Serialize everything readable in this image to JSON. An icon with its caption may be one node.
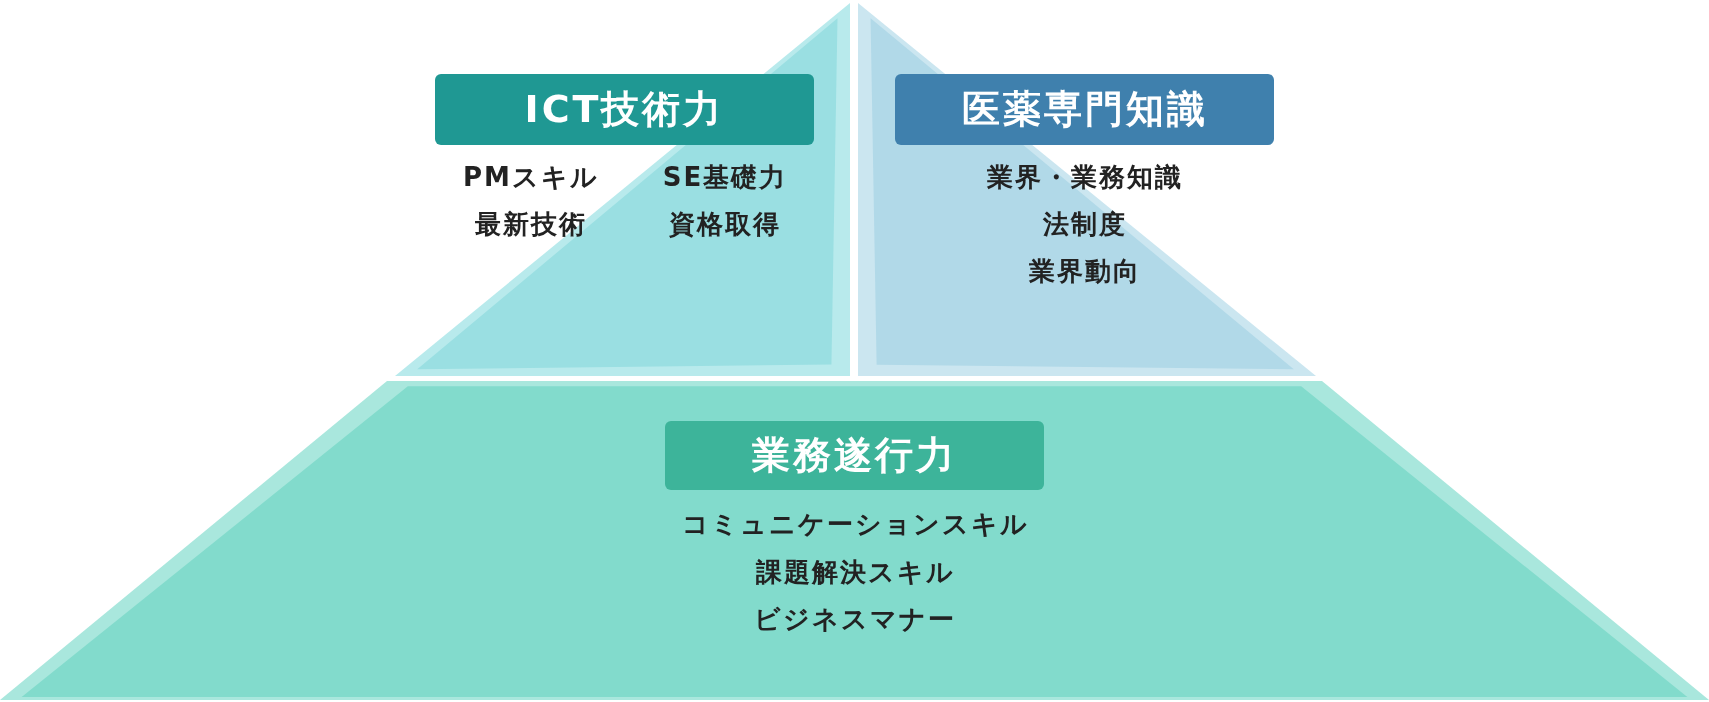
{
  "diagram": {
    "nodes": [
      {
        "text": [
          "PMスキル",
          "SE基礎力",
          "最新技術",
          "資格取得"
        ]
      },
      {
        "text": [
          "ICT技術力"
        ],
        "in": 0
      },
      {
        "text": [
          "業界・業務知識",
          "法制度",
          "業界動向"
        ]
      },
      {
        "text": [
          "医薬専門知識"
        ],
        "in": 2
      },
      {
        "text": [
          "コミュニケーションスキル",
          "課題解決スキル",
          "ビジネスマナー"
        ]
      },
      {
        "text": [
          "業務遂行力"
        ],
        "in": 4
      }
    ]
  }
}
